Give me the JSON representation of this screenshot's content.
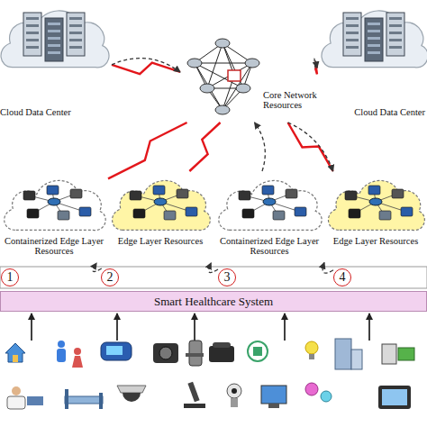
{
  "diagram": {
    "nodes": [
      {
        "text": [
          "Cloud Data Center"
        ]
      },
      {
        "text": [
          "Core Network Resources"
        ]
      },
      {
        "text": [
          "Cloud Data Center"
        ]
      },
      {
        "text": [
          "Containerized Edge Layer Resources"
        ]
      },
      {
        "text": [
          "Edge Layer Resources"
        ]
      },
      {
        "text": [
          "Containerized Edge Layer Resources"
        ]
      },
      {
        "text": [
          "Edge Layer Resources"
        ]
      },
      {
        "text": [
          "1"
        ]
      },
      {
        "text": [
          "2"
        ]
      },
      {
        "text": [
          "3"
        ]
      },
      {
        "text": [
          "4"
        ]
      },
      {
        "text": [
          "Smart Healthcare System"
        ]
      }
    ],
    "edges": [
      {
        "from": 1,
        "to": 0,
        "arrow": "none"
      },
      {
        "from": 1,
        "to": 2,
        "arrow": "none"
      },
      {
        "from": 3,
        "to": 1,
        "arrow": "none"
      },
      {
        "from": 4,
        "to": 1,
        "arrow": "none"
      },
      {
        "from": 6,
        "to": 1,
        "arrow": "none"
      },
      {
        "from": 0,
        "to": 1,
        "arrow": "to"
      },
      {
        "from": 1,
        "to": 2,
        "arrow": "to"
      },
      {
        "from": 5,
        "to": 1,
        "arrow": "to"
      },
      {
        "from": 1,
        "to": 6,
        "arrow": "to"
      },
      {
        "from": 8,
        "to": 3,
        "arrow": "to"
      },
      {
        "from": 9,
        "to": 4,
        "arrow": "to"
      },
      {
        "from": 10,
        "to": 5,
        "arrow": "to"
      }
    ]
  }
}
